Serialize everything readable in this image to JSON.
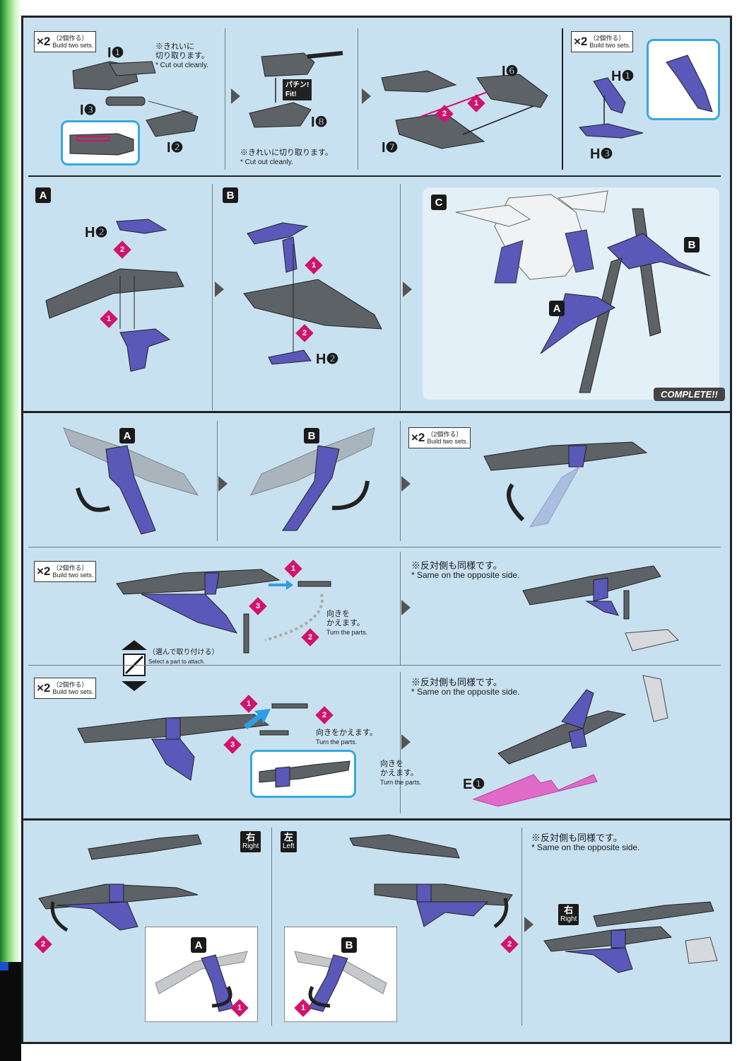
{
  "badge": {
    "multiplier": "×2",
    "jp": "（2個作る）",
    "en": "Build two sets."
  },
  "parts": {
    "i1": "I❶",
    "i2": "I❷",
    "i3": "I❸",
    "i6": "I❻",
    "i7": "I❼",
    "i8": "I❽",
    "h1": "H❶",
    "h2": "H❷",
    "h3": "H❸",
    "e1": "E❶"
  },
  "notes": {
    "cut_jp_a": "※きれいに",
    "cut_jp_b": "切り取ります。",
    "cut_en": "* Cut out cleanly.",
    "cut_jp_full": "※きれいに切り取ります。",
    "fit_jp": "パチン!",
    "fit_en": "Fit!",
    "same_jp": "※反対側も同様です。",
    "same_en": "* Same on the opposite side.",
    "turn_jp": "向きを",
    "turn_jp2": "かえます。",
    "turn_jp_full": "向きをかえます。",
    "turn_en": "Turn the parts.",
    "select_jp": "（選んで取り付ける）",
    "select_en": "Select a part to attach."
  },
  "steps": {
    "a": "A",
    "b": "B",
    "c": "C"
  },
  "complete": "COMPLETE!!",
  "hand": {
    "right_jp": "右",
    "right_en": "Right",
    "left_jp": "左",
    "left_en": "Left"
  },
  "nums": {
    "n1": "1",
    "n2": "2",
    "n3": "3"
  },
  "colors": {
    "panel": "#c8e1f1",
    "part_dark": "#5d6266",
    "part_purple": "#5a58b8",
    "marker": "#d1146b",
    "accent_blue": "#3aa7e0",
    "part_pink": "#e06ac8"
  }
}
